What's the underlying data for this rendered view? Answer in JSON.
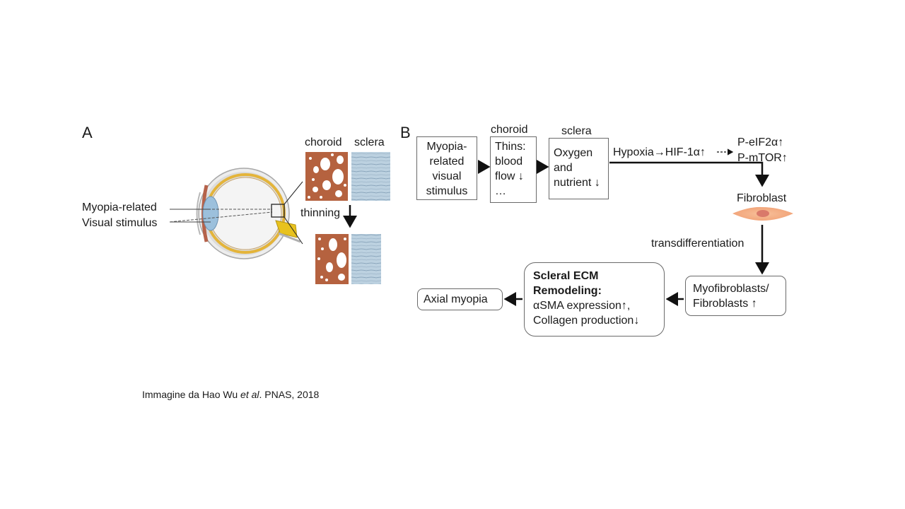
{
  "panel_a": {
    "letter": "A",
    "stimulus_label_1": "Myopia-related",
    "stimulus_label_2": "Visual stimulus",
    "choroid_label": "choroid",
    "sclera_label": "sclera",
    "thinning_label": "thinning",
    "colors": {
      "choroid_tissue": "#b5623f",
      "sclera_tissue": "#b9cfdf",
      "eye_outer": "#d9d9d9",
      "retina": "#e0b020",
      "lens": "#9cc0dc"
    }
  },
  "panel_b": {
    "letter": "B",
    "box1": {
      "lines": [
        "Myopia-",
        "related",
        "visual",
        "stimulus"
      ]
    },
    "choroid_header": "choroid",
    "box2": {
      "lines": [
        "Thins:",
        "blood",
        "flow ↓",
        "…"
      ]
    },
    "sclera_header": "sclera",
    "box3": {
      "lines": [
        "Oxygen",
        "and",
        "nutrient ↓"
      ]
    },
    "hypoxia_text": "Hypoxia→HIF-1α↑",
    "p_eif2a": "P-eIF2α↑",
    "p_mtor": "P-mTOR↑",
    "fibroblast_label": "Fibroblast",
    "transdiff_label": "transdifferentiation",
    "myofibroblast_box": {
      "lines": [
        "Myofibroblasts/",
        "Fibroblasts ↑"
      ]
    },
    "ecm_box": {
      "title_1": "Scleral ECM",
      "title_2": "Remodeling:",
      "line_3": "αSMA expression↑,",
      "line_4": "Collagen production↓"
    },
    "axial_box": {
      "text": "Axial myopia"
    },
    "colors": {
      "fibroblast": "#f2a57a",
      "fibroblast_nucleus": "#d9796a"
    }
  },
  "caption": {
    "prefix": "Immagine da Hao Wu ",
    "et": "et al",
    "suffix": ". PNAS, 2018"
  }
}
